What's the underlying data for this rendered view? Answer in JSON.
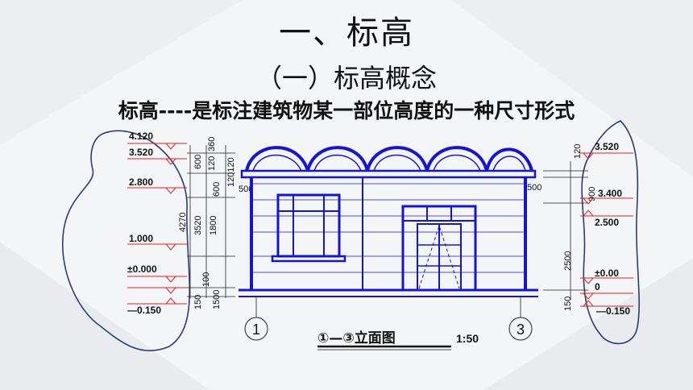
{
  "slide": {
    "title": "一、标高",
    "subtitle": "（一）标高概念",
    "definition": "标高----是标注建筑物某一部位高度的一种尺寸形式"
  },
  "drawing": {
    "left_levels": [
      "4.120",
      "3.520",
      "2.800",
      "1.000",
      "±0.000",
      "—0.150"
    ],
    "right_levels": [
      "3.520",
      "3.400",
      "2.500",
      "±0.00",
      "0",
      "—0.150"
    ],
    "left_dims": [
      "360",
      "600",
      "120",
      "120120",
      "600",
      "4270",
      "3520",
      "1800",
      "100",
      "150",
      "1500"
    ],
    "right_dims": [
      "120",
      "900",
      "2500",
      "150"
    ],
    "offsets": [
      "500",
      "500"
    ],
    "axis_left": "1",
    "axis_right": "3",
    "caption": "①—③立面图",
    "scale": "1:50"
  },
  "colors": {
    "building": "#1414d8",
    "level_marks": "#e02020",
    "annotation": "#2a3c7a"
  }
}
